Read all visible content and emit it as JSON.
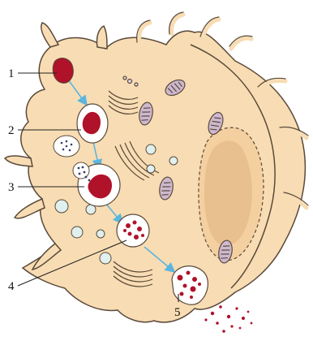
{
  "labels": [
    {
      "id": "1",
      "text": "1"
    },
    {
      "id": "2",
      "text": "2"
    },
    {
      "id": "3",
      "text": "3"
    },
    {
      "id": "4",
      "text": "4"
    },
    {
      "id": "5",
      "text": "5"
    }
  ],
  "colors": {
    "cytoplasm": "#f8dcb3",
    "cytoplasm_outline": "#5a4a3a",
    "nucleus": "#f4cfa0",
    "nucleus_inner": "#e8bf8e",
    "vesicle": "#ffffff",
    "particle": "#b0122a",
    "arrow": "#5bb6df",
    "organelle_fill": "#cdb8cf",
    "golgi": "#dfd5e8",
    "small_vesicle": "#dff0ee"
  }
}
